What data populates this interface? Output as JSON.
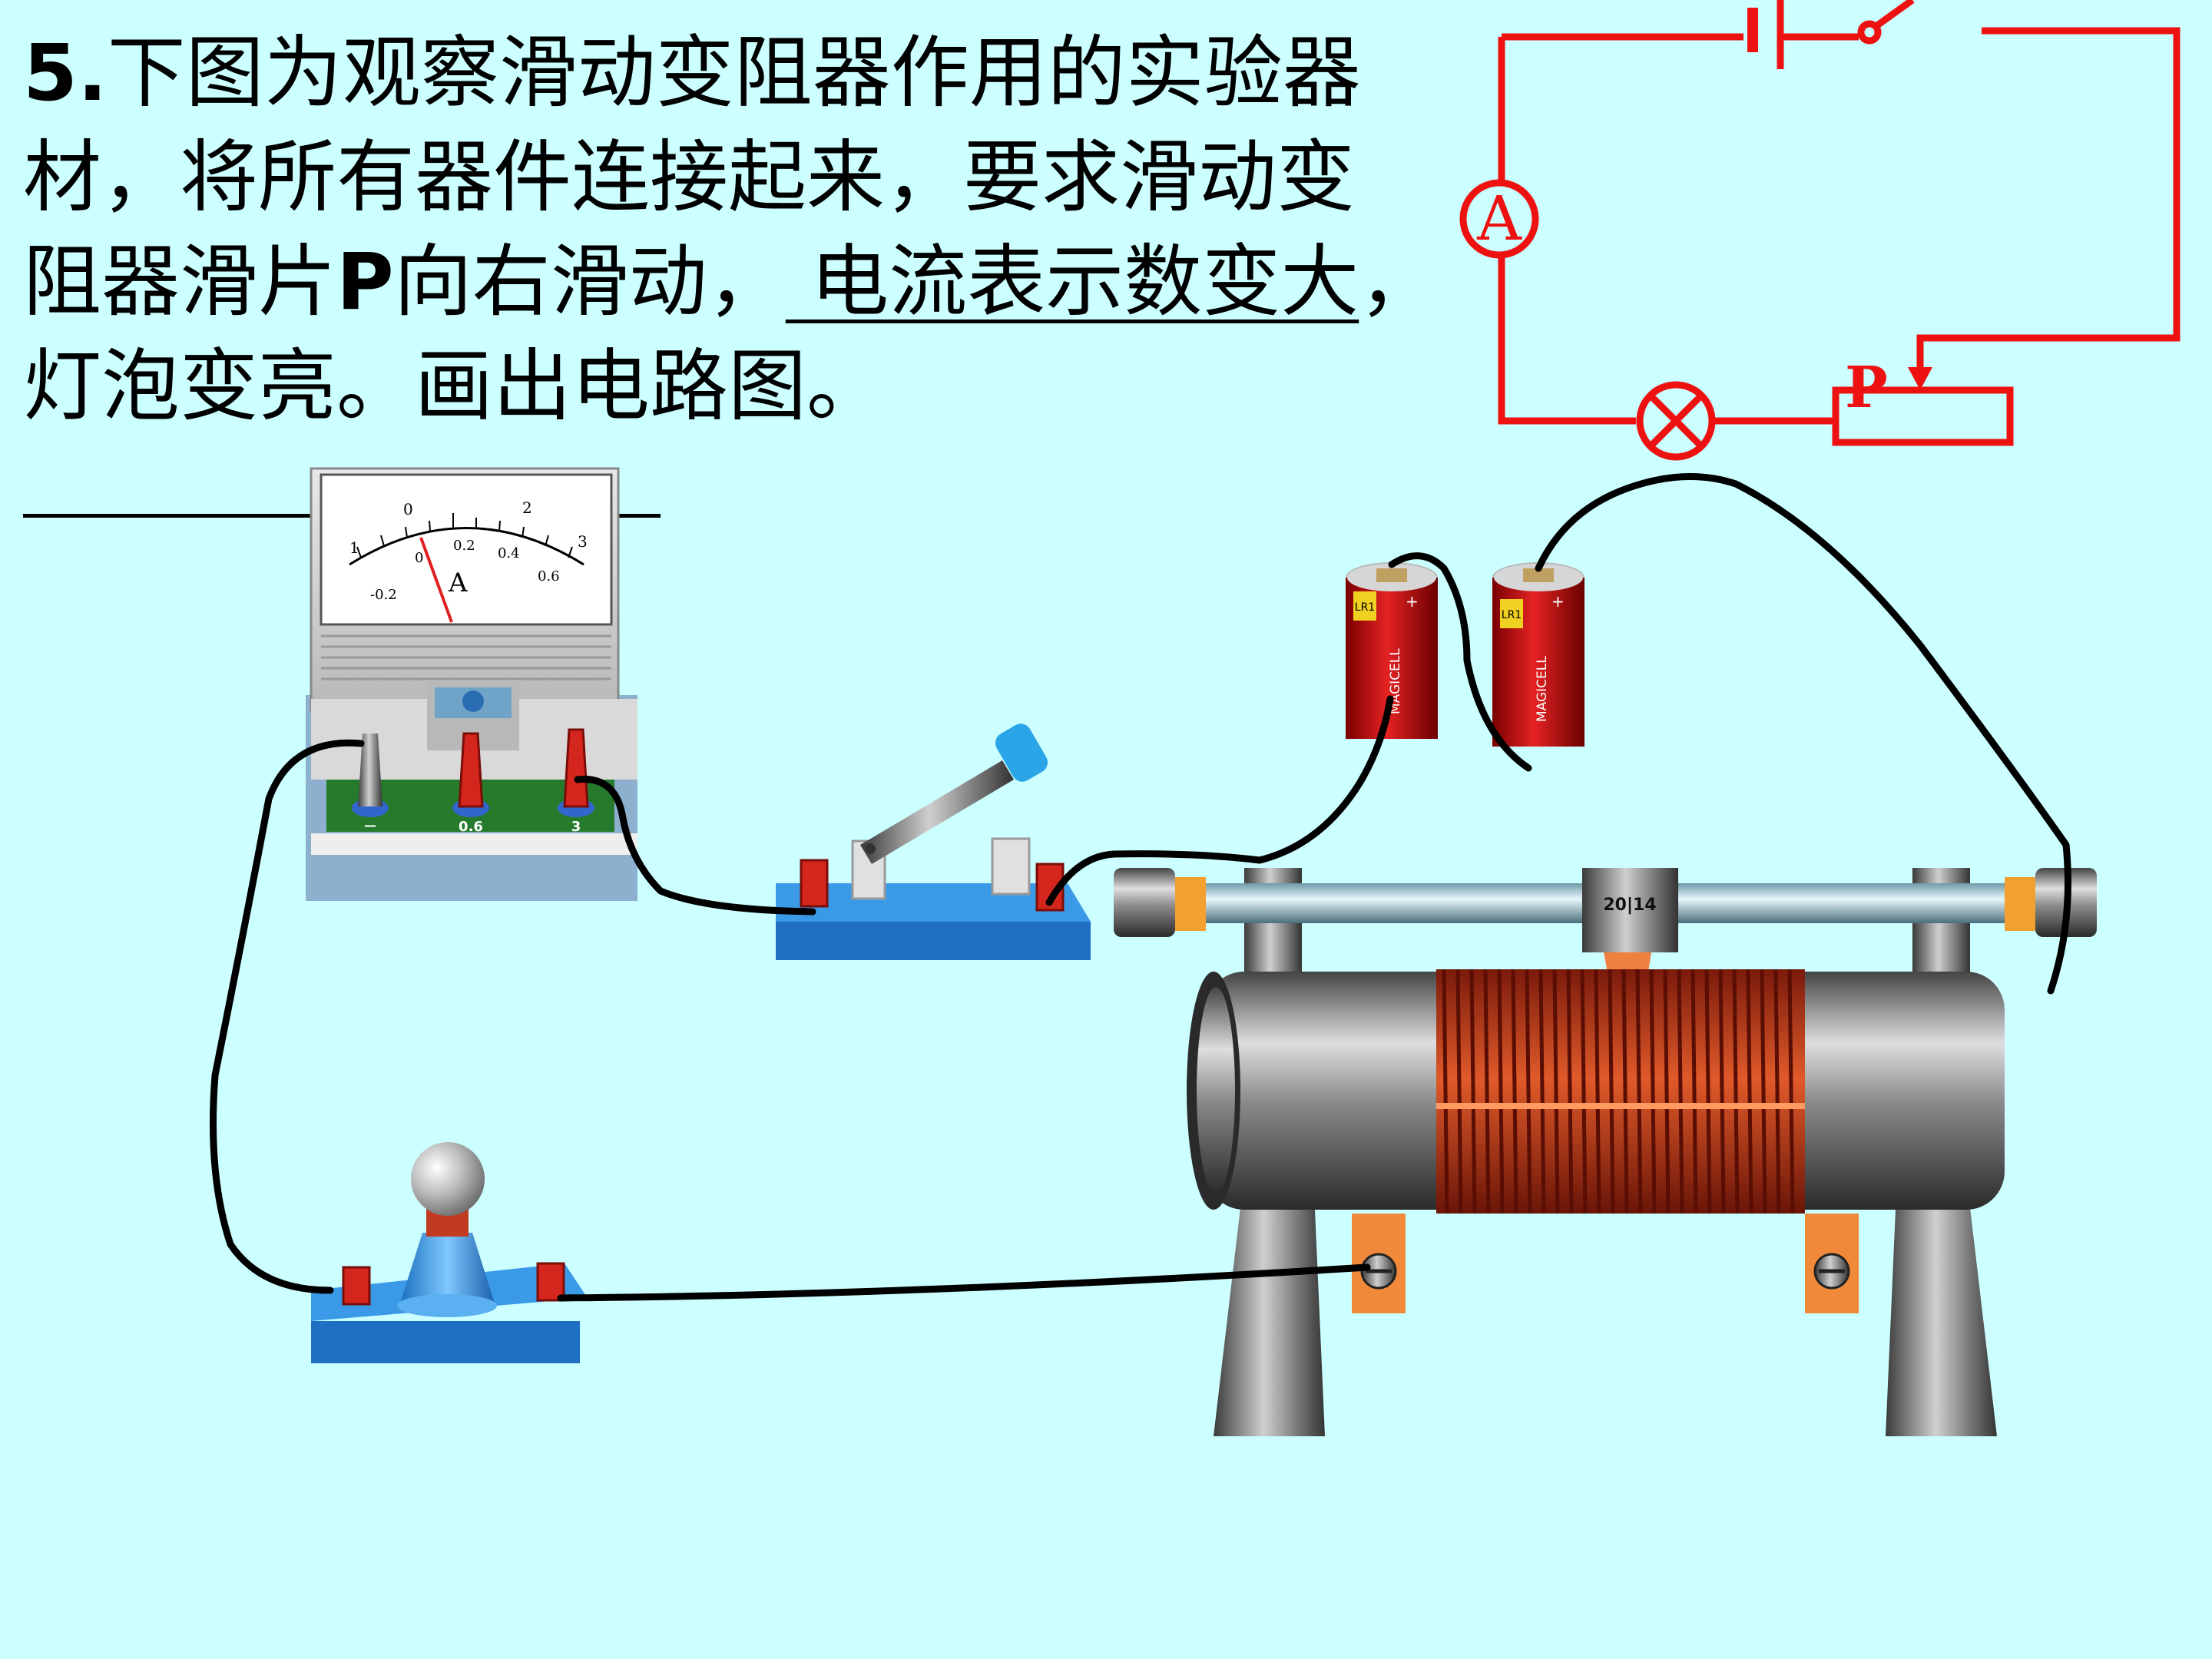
{
  "question": {
    "number": "5.",
    "line1": "下图为观察滑动变阻器作用的实验器",
    "line2": "材，将所有器件连接起来，要求滑动变",
    "line3_a": "阻器滑片",
    "line3_p": "P",
    "line3_b": "向右滑动，",
    "answer_part": " 电流表示数变大",
    "line3_c": "，",
    "line4": "灯泡变亮。画出电路图。"
  },
  "circuit_diagram": {
    "ammeter_symbol": "A",
    "slider_symbol": "P",
    "wire_color": "#ee1111"
  },
  "ammeter": {
    "scale_top": [
      "0",
      "1",
      "2",
      "3"
    ],
    "scale_bottom": [
      "-0.2",
      "0",
      "0.2",
      "0.4",
      "0.6"
    ],
    "unit": "A",
    "terminal_labels": [
      "—",
      "0.6",
      "3"
    ]
  },
  "batteries": {
    "brand": "MAGICELL",
    "size_label": "LR1",
    "plus": "+"
  },
  "rheostat": {
    "slider_label": "20|14"
  },
  "colors": {
    "background": "#ccffff",
    "base_blue": "#2f95e6",
    "coil": "#b8321c",
    "terminal_red": "#d4261d"
  }
}
